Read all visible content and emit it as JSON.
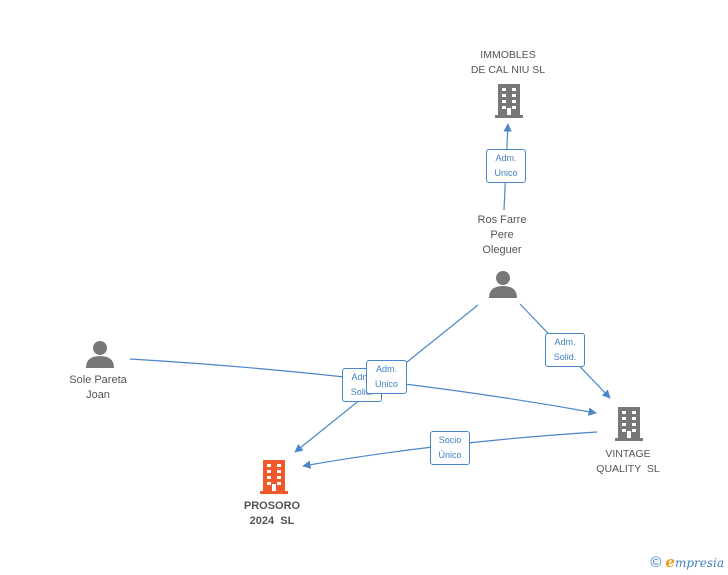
{
  "nodes": {
    "immobles": {
      "line1": "IMMOBLES",
      "line2": "DE CAL NIU SL",
      "color": "#777777",
      "icon": "building-icon"
    },
    "ros": {
      "line1": "Ros Farre",
      "line2": "Pere",
      "line3": "Oleguer",
      "color": "#777777",
      "icon": "person-icon"
    },
    "sole": {
      "line1": "Sole Pareta",
      "line2": "Joan",
      "color": "#777777",
      "icon": "person-icon"
    },
    "vintage": {
      "line1": "VINTAGE",
      "line2": "QUALITY  SL",
      "color": "#777777",
      "icon": "building-icon"
    },
    "prosoro": {
      "line1": "PROSORO",
      "line2": "2024  SL",
      "color": "#f0592a",
      "icon": "building-icon"
    }
  },
  "edges": {
    "ros_immobles": {
      "line1": "Adm.",
      "line2": "Unico"
    },
    "ros_vintage": {
      "line1": "Adm.",
      "line2": "Solid."
    },
    "sole_vintage": {
      "line1": "Adm.",
      "line2": "Solid."
    },
    "ros_prosoro": {
      "line1": "Adm.",
      "line2": "Unico"
    },
    "vintage_prosoro": {
      "line1": "Socio",
      "line2": "Único"
    }
  },
  "footer": {
    "copyright": "©",
    "brand_initial": "e",
    "brand_rest": "mpresia"
  },
  "colors": {
    "edge": "#4a86c8",
    "node_gray": "#777777",
    "node_highlight": "#f0592a"
  }
}
